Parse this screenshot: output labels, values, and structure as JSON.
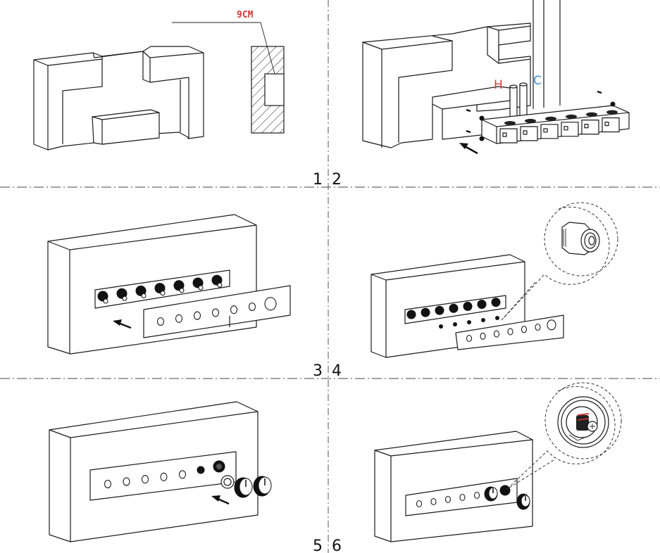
{
  "diagram": {
    "type": "installation-steps",
    "steps": [
      {
        "number": "1",
        "description": "Cut recess into wall; section view shows recess depth"
      },
      {
        "number": "2",
        "description": "Insert concealed valve body into wall recess; connect hot and cold pipes"
      },
      {
        "number": "3",
        "description": "Wall finished with valve body visible; attach cover plate"
      },
      {
        "number": "4",
        "description": "Install adapters on valve outlets; fit cover plate"
      },
      {
        "number": "5",
        "description": "Cover plate installed; fit trim rings and handles"
      },
      {
        "number": "6",
        "description": "Completed installation with handles mounted"
      }
    ],
    "annotations": {
      "recess_depth": "9CM",
      "hot_label": "H",
      "cold_label": "C"
    },
    "colors": {
      "depth_label": "#d43a3a",
      "hot": "#e03c3c",
      "cold": "#3b8fd6",
      "line": "#1a1a1a"
    },
    "cover_plate_holes": 7,
    "valve_outlets": 7
  }
}
